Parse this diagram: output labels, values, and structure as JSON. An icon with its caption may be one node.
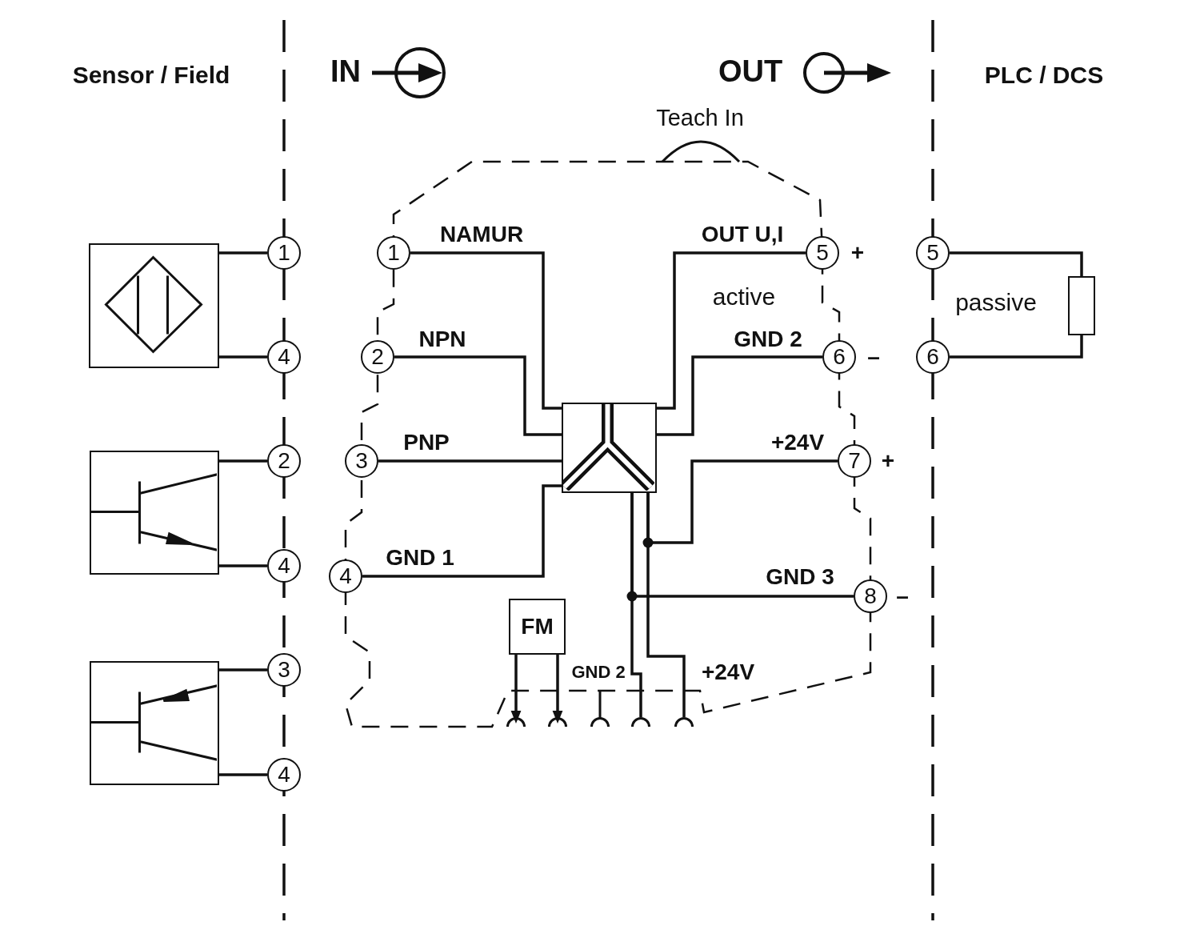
{
  "diagram": {
    "nodes": [
      {
        "text": [],
        "shape": "box"
      },
      {
        "text": [
          "1"
        ]
      },
      {
        "text": [
          "4"
        ]
      },
      {
        "text": [],
        "shape": "box"
      },
      {
        "text": [
          "2"
        ]
      },
      {
        "text": [
          "4"
        ]
      },
      {
        "text": [],
        "shape": "box"
      },
      {
        "text": [
          "3"
        ]
      },
      {
        "text": [
          "4"
        ]
      },
      {
        "text": [
          "1"
        ]
      },
      {
        "text": [
          "2"
        ]
      },
      {
        "text": [
          "3"
        ]
      },
      {
        "text": [
          "4"
        ]
      },
      {
        "text": [],
        "shape": "box"
      },
      {
        "text": [
          "5"
        ],
        "beside": [
          "+"
        ]
      },
      {
        "text": [
          "6"
        ],
        "beside": [
          "–"
        ]
      },
      {
        "text": [
          "7"
        ],
        "beside": [
          "+"
        ]
      },
      {
        "text": [
          "8"
        ],
        "beside": [
          "–"
        ]
      },
      {
        "text": [
          "FM"
        ]
      },
      {
        "text": [],
        "shape": "arc"
      },
      {
        "text": [],
        "shape": "arc"
      },
      {
        "text": [],
        "shape": "arc"
      },
      {
        "text": [],
        "shape": "arc"
      },
      {
        "text": [],
        "shape": "arc"
      },
      {
        "text": [
          "5"
        ]
      },
      {
        "text": [
          "6"
        ]
      },
      {
        "text": [],
        "shape": "box"
      }
    ],
    "edges": [
      {
        "from": 0,
        "to": 1,
        "arrow": "none"
      },
      {
        "from": 0,
        "to": 2,
        "arrow": "none"
      },
      {
        "from": 3,
        "to": 4,
        "arrow": "none"
      },
      {
        "from": 3,
        "to": 5,
        "arrow": "none"
      },
      {
        "from": 6,
        "to": 7,
        "arrow": "none"
      },
      {
        "from": 6,
        "to": 8,
        "arrow": "none"
      },
      {
        "from": 9,
        "to": 13,
        "arrow": "none",
        "label": "NAMUR"
      },
      {
        "from": 10,
        "to": 13,
        "arrow": "none",
        "label": "NPN"
      },
      {
        "from": 11,
        "to": 13,
        "arrow": "none",
        "label": "PNP"
      },
      {
        "from": 12,
        "to": 13,
        "arrow": "none",
        "label": "GND 1"
      },
      {
        "from": 13,
        "to": 14,
        "arrow": "none",
        "label": "OUT U,I"
      },
      {
        "from": 13,
        "to": 15,
        "arrow": "none",
        "label": "GND 2"
      },
      {
        "from": 13,
        "to": 16,
        "arrow": "none",
        "label": "+24V"
      },
      {
        "from": 13,
        "to": 17,
        "arrow": "none",
        "label": "GND 3"
      },
      {
        "from": 13,
        "to": 22,
        "arrow": "none",
        "label": "GND 2"
      },
      {
        "from": 13,
        "to": 23,
        "arrow": "none",
        "label": "+24V"
      },
      {
        "from": 18,
        "to": 19,
        "arrow": "to"
      },
      {
        "from": 18,
        "to": 20,
        "arrow": "to"
      },
      {
        "from": 24,
        "to": 26,
        "arrow": "none"
      },
      {
        "from": 25,
        "to": 26,
        "arrow": "none"
      }
    ],
    "labels": [
      "Sensor / Field",
      "IN",
      "OUT",
      "PLC / DCS",
      "Teach In",
      "active",
      "passive"
    ]
  }
}
